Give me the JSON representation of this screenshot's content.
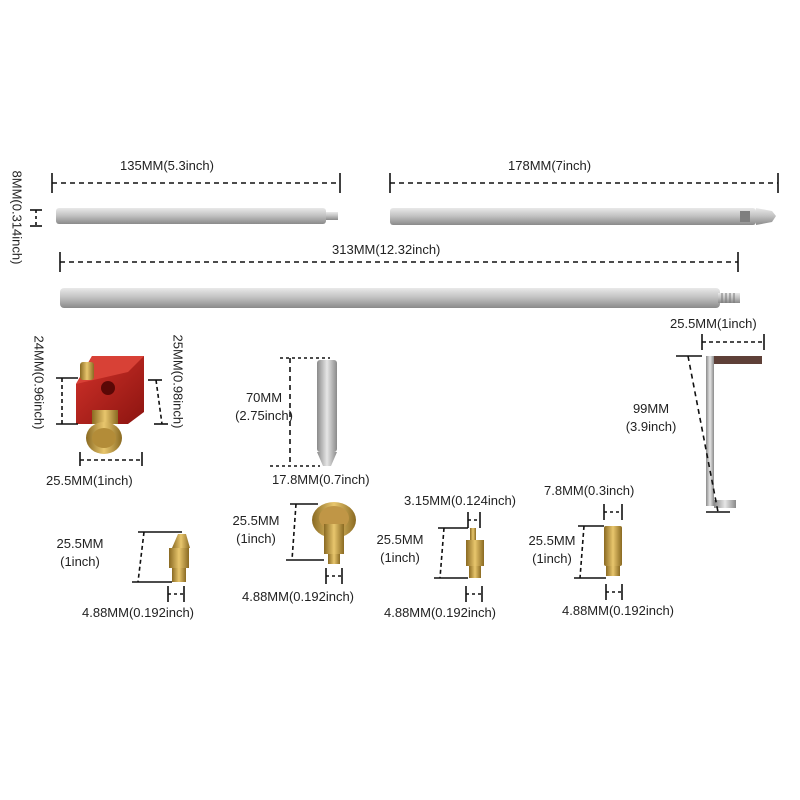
{
  "labels": {
    "rod1_length": "135MM(5.3inch)",
    "rod1_diameter": "8MM(0.314inch)",
    "rod2_length": "178MM(7inch)",
    "rod3_length": "313MM(12.32inch)",
    "block_height": "24MM(0.96inch)",
    "block_side": "25MM(0.98inch)",
    "block_width": "25.5MM(1inch)",
    "pin_height_mm": "70MM",
    "pin_height_in": "(2.75inch)",
    "pin_tip": "17.8MM(0.7inch)",
    "key_width": "25.5MM(1inch)",
    "key_height_mm": "99MM",
    "key_height_in": "(3.9inch)",
    "tip1_height_mm": "25.5MM",
    "tip1_height_in": "(1inch)",
    "tip1_diameter": "4.88MM(0.192inch)",
    "tip2_height_mm": "25.5MM",
    "tip2_height_in": "(1inch)",
    "tip2_diameter": "4.88MM(0.192inch)",
    "tip3_top": "3.15MM(0.124inch)",
    "tip3_height_mm": "25.5MM",
    "tip3_height_in": "(1inch)",
    "tip3_diameter": "4.88MM(0.192inch)",
    "tip4_top": "7.8MM(0.3inch)",
    "tip4_height_mm": "25.5MM",
    "tip4_height_in": "(1inch)",
    "tip4_diameter": "4.88MM(0.192inch)"
  },
  "colors": {
    "steel": "#b8b8b8",
    "brass": "#c9a24a",
    "red_block": "#b5211c",
    "dim_line": "#111111"
  }
}
